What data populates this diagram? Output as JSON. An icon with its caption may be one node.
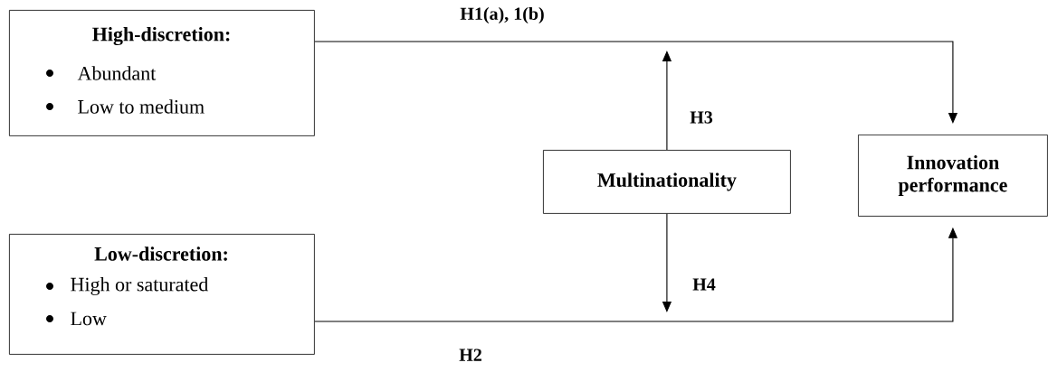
{
  "diagram": {
    "nodes": [
      {
        "text": [
          "High-discretion:",
          "Abundant",
          "Low to medium"
        ]
      },
      {
        "text": [
          "Low-discretion:",
          "High or saturated",
          "Low"
        ]
      },
      {
        "text": [
          "Multinationality"
        ]
      },
      {
        "text": [
          "Innovation performance"
        ]
      }
    ],
    "edges": [
      {
        "from": 0,
        "to": 3,
        "arrow": "to",
        "label": "H1(a), 1(b)"
      },
      {
        "from": 1,
        "to": 3,
        "arrow": "to",
        "label": "H2"
      },
      {
        "from": 2,
        "to": null,
        "arrow": "to",
        "label": "H3"
      },
      {
        "from": 2,
        "to": null,
        "arrow": "to",
        "label": "H4"
      }
    ]
  }
}
